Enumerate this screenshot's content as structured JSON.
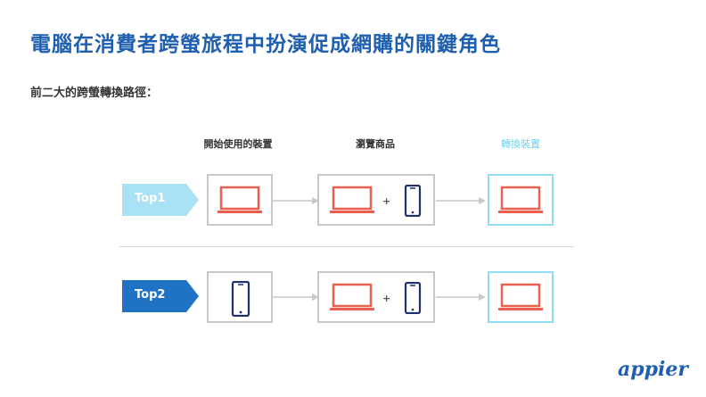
{
  "slide": {
    "title": "電腦在消費者跨螢旅程中扮演促成網購的關鍵角色",
    "subtitle": "前二大的跨螢轉換路徑："
  },
  "columns": {
    "start_device": "開始使用的裝置",
    "browse_product": "瀏覽商品",
    "switch_device": "轉換裝置"
  },
  "rows": [
    {
      "label": "Top1",
      "start": "laptop",
      "browse": [
        "laptop",
        "mobile"
      ],
      "switch": "laptop"
    },
    {
      "label": "Top2",
      "start": "mobile",
      "browse": [
        "laptop",
        "mobile"
      ],
      "switch": "laptop"
    }
  ],
  "symbols": {
    "plus": "+"
  },
  "colors": {
    "title": "#1f5fb0",
    "top1_tag": "#a9e1f5",
    "top2_tag": "#1f72c4",
    "laptop": "#e9604e",
    "mobile": "#1f2f70",
    "target_border": "#8fdcf2",
    "accent_text": "#6ad3f0"
  },
  "logo": {
    "text": "appier"
  }
}
